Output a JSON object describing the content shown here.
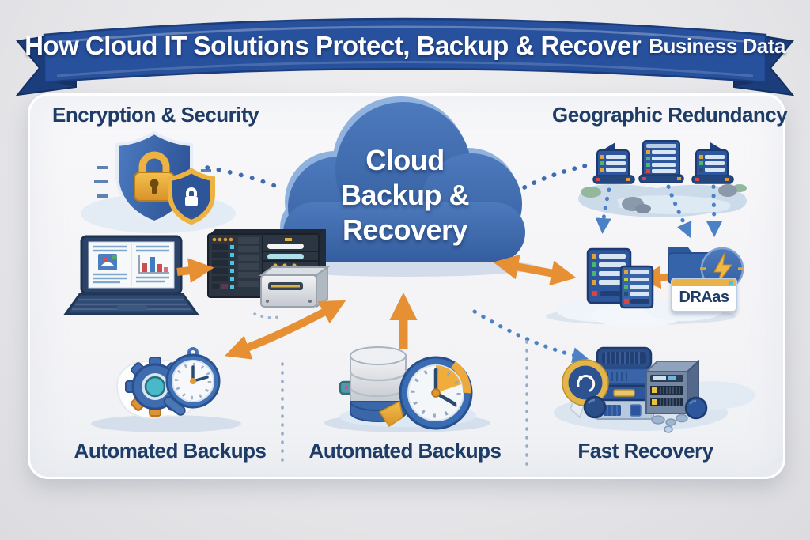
{
  "banner": {
    "title_main": "How Cloud IT Solutions Protect, Backup & Recover",
    "title_sub": "Business Data"
  },
  "sections": {
    "encryption": {
      "label": "Encryption & Security"
    },
    "geo_redundancy": {
      "label": "Geographic Redundancy"
    },
    "cloud": {
      "line1": "Cloud",
      "line2": "Backup &",
      "line3": "Recovery"
    },
    "draas": {
      "label": "DRAas"
    },
    "bottom": [
      {
        "label": "Automated Backups"
      },
      {
        "label": "Automated Backups"
      },
      {
        "label": "Fast Recovery"
      }
    ]
  },
  "colors": {
    "ribbon_blue": "#27509d",
    "ribbon_dark": "#1b3d7b",
    "cloud_blue": "#3e69ab",
    "server_blue": "#2e569c",
    "arrow_orange": "#e78f33",
    "gold": "#edb23f",
    "heading_navy": "#1e3c66",
    "dotted_blue": "#3e6cb1",
    "panel_bg": "#f5f5f7",
    "page_bg": "#e7e7ea"
  },
  "icons": [
    "shield-lock-icon",
    "small-shield-icon",
    "cloud-icon",
    "laptop-icon",
    "server-rack-icon",
    "storage-drive-icon",
    "geo-server-icon",
    "replica-server-icon",
    "draas-folder-icon",
    "lightning-badge-icon",
    "gear-icon",
    "stopwatch-icon",
    "database-icon",
    "clock-icon",
    "recovery-server-icon",
    "recovery-badge-icon"
  ]
}
